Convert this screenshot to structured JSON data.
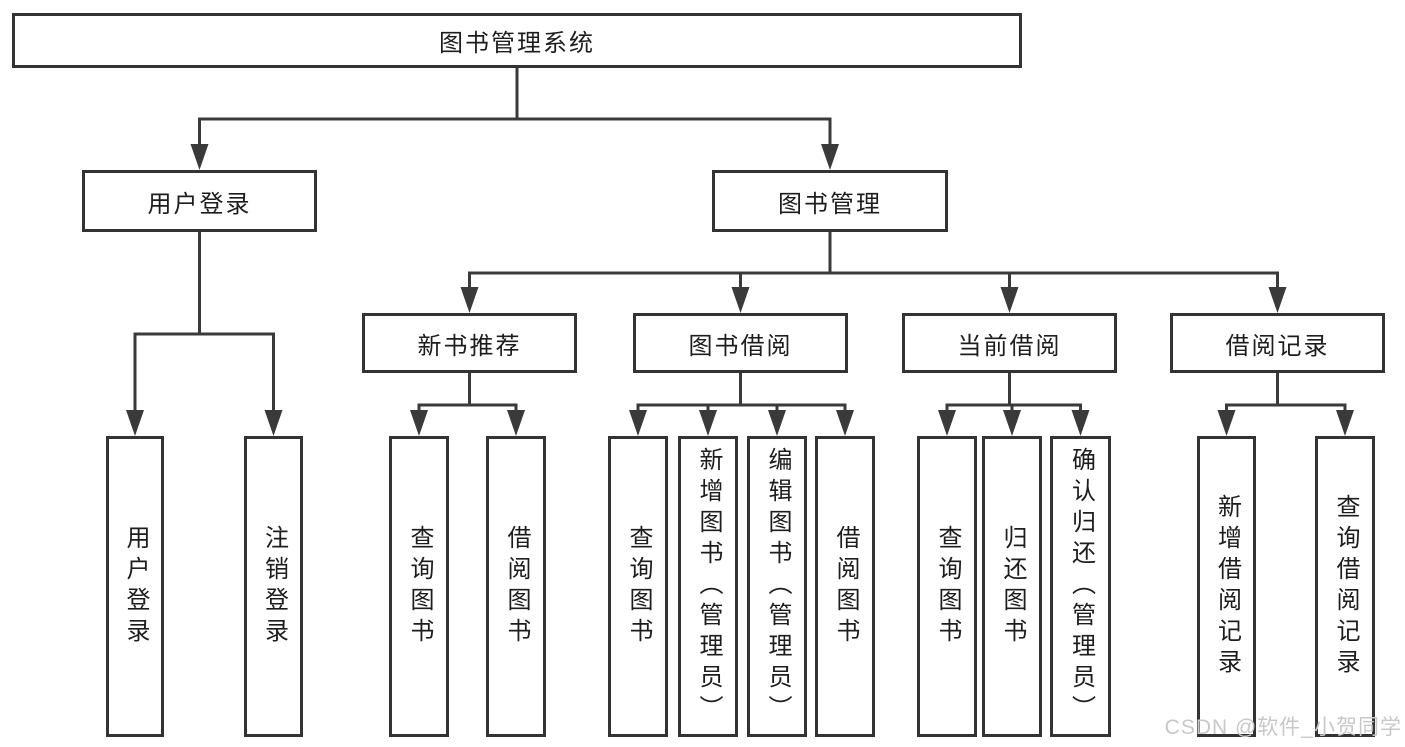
{
  "nodes": {
    "root": {
      "label": "图书管理系统"
    },
    "login": {
      "label": "用户登录"
    },
    "mgmt": {
      "label": "图书管理"
    },
    "rec": {
      "label": "新书推荐"
    },
    "borrow": {
      "label": "图书借阅"
    },
    "current": {
      "label": "当前借阅"
    },
    "records": {
      "label": "借阅记录"
    },
    "leaf_user_login": {
      "label": "用户登录"
    },
    "leaf_logout": {
      "label": "注销登录"
    },
    "leaf_rec_query": {
      "label": "查询图书"
    },
    "leaf_rec_borrow": {
      "label": "借阅图书"
    },
    "leaf_bb_query": {
      "label": "查询图书"
    },
    "leaf_bb_add": {
      "label": "新增图书（管理员）"
    },
    "leaf_bb_edit": {
      "label": "编辑图书（管理员）"
    },
    "leaf_bb_borrow": {
      "label": "借阅图书"
    },
    "leaf_cur_query": {
      "label": "查询图书"
    },
    "leaf_cur_return": {
      "label": "归还图书"
    },
    "leaf_cur_confirm": {
      "label": "确认归还（管理员）"
    },
    "leaf_rc_add": {
      "label": "新增借阅记录"
    },
    "leaf_rc_query": {
      "label": "查询借阅记录"
    }
  },
  "edges": [
    {
      "parent": "root",
      "children": [
        "login",
        "mgmt"
      ]
    },
    {
      "parent": "login",
      "children": [
        "leaf_user_login",
        "leaf_logout"
      ]
    },
    {
      "parent": "mgmt",
      "children": [
        "rec",
        "borrow",
        "current",
        "records"
      ]
    },
    {
      "parent": "rec",
      "children": [
        "leaf_rec_query",
        "leaf_rec_borrow"
      ]
    },
    {
      "parent": "borrow",
      "children": [
        "leaf_bb_query",
        "leaf_bb_add",
        "leaf_bb_edit",
        "leaf_bb_borrow"
      ]
    },
    {
      "parent": "current",
      "children": [
        "leaf_cur_query",
        "leaf_cur_return",
        "leaf_cur_confirm"
      ]
    },
    {
      "parent": "records",
      "children": [
        "leaf_rc_add",
        "leaf_rc_query"
      ]
    }
  ],
  "watermark": {
    "text": "CSDN @软件_小贺同学",
    "color": "#c8c8c8"
  },
  "colors": {
    "line": "#3a3a3a",
    "border": "#333333",
    "text": "#1d1d1d",
    "background": "#ffffff"
  }
}
